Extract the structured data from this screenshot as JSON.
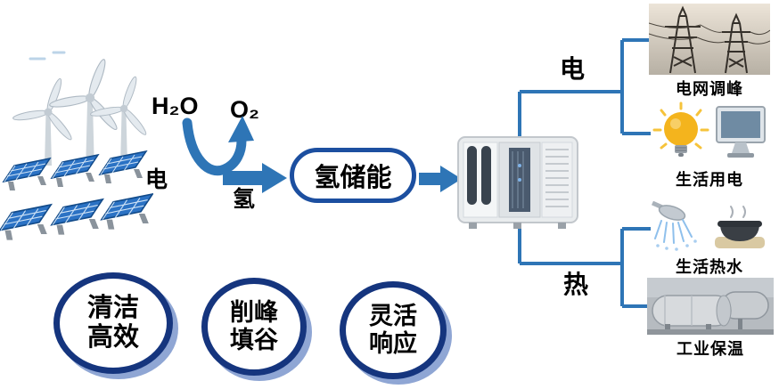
{
  "flow": {
    "h2o": "H₂O",
    "o2": "O₂",
    "electricity_in": "电",
    "hydrogen": "氢",
    "storage": "氢储能",
    "electricity_out": "电",
    "heat_out": "热"
  },
  "sources": {
    "wind": {
      "icon": "wind-turbines"
    },
    "solar": {
      "icon": "solar-panels"
    }
  },
  "converter": {
    "icon": "hydrogen-fuel-cell-unit"
  },
  "outputs": {
    "grid": {
      "label": "电网调峰",
      "icon": "power-grid-towers"
    },
    "household": {
      "label": "生活用电",
      "icon": "lightbulb-and-monitor"
    },
    "hot_water": {
      "label": "生活热水",
      "icon": "shower-and-hot-pot"
    },
    "industrial": {
      "label": "工业保温",
      "icon": "storage-tanks"
    }
  },
  "badges": [
    {
      "line1": "清洁",
      "line2": "高效"
    },
    {
      "line1": "削峰",
      "line2": "填谷"
    },
    {
      "line1": "灵活",
      "line2": "响应"
    }
  ],
  "colors": {
    "arrow_blue": "#2e75b6",
    "storage_border": "#1c4fa0",
    "badge_border": "#15357e",
    "badge_shadow": "#8fa6d4",
    "text": "#000000"
  }
}
